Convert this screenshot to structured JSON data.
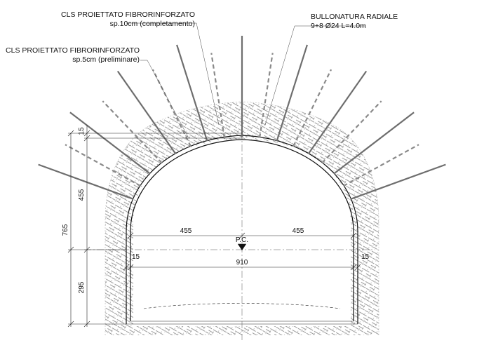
{
  "labels": {
    "shotcrete_final_title": "CLS PROIETTATO FIBRORINFORZATO",
    "shotcrete_final_sub": "sp.10cm (completamento)",
    "shotcrete_prelim_title": "CLS PROIETTATO FIBRORINFORZATO",
    "shotcrete_prelim_sub": "sp.5cm (preliminare)",
    "bolting_title": "BULLONATURA RADIALE",
    "bolting_sub": "9+8 Ø24 L=4.0m",
    "pc_label": "P.C."
  },
  "dimensions": {
    "top_lining": "15",
    "arch_rise": "455",
    "total_height": "765",
    "wall_height": "295",
    "half_span_left": "455",
    "half_span_right": "455",
    "full_span": "910",
    "side_left": "15",
    "side_right": "15"
  },
  "bolts": {
    "solid_count": 9,
    "dashed_count": 8
  },
  "colors": {
    "rock_hatch": "#9a9a9a",
    "bolt_solid": "#6e6e6e",
    "bolt_dashed": "#8a8a8a",
    "lining": "#111111"
  }
}
